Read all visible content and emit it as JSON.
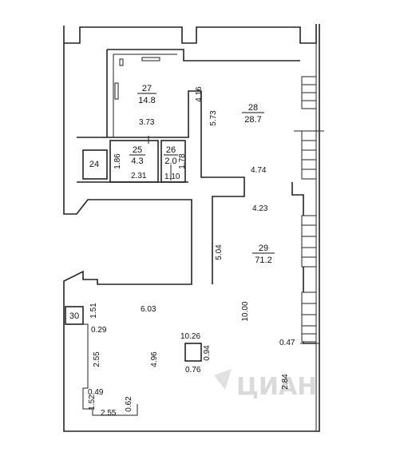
{
  "watermark": "ЦИАН",
  "rooms": [
    {
      "id": "27",
      "area": "14.8"
    },
    {
      "id": "28",
      "area": "28.7"
    },
    {
      "id": "25",
      "area": "4.3"
    },
    {
      "id": "26",
      "area": "2.0"
    },
    {
      "id": "24",
      "area": ""
    },
    {
      "id": "29",
      "area": "71.2"
    },
    {
      "id": "30",
      "area": ""
    }
  ],
  "dimensions": [
    "4.16",
    "3.73",
    "5.73",
    "1.86",
    "2.31",
    "1.78",
    "1.10",
    "4.74",
    "4.23",
    "5.04",
    "1.51",
    "6.03",
    "10.00",
    "0.29",
    "10.26",
    "0.94",
    "2.55",
    "4.96",
    "0.76",
    "0.47",
    "2.84",
    "0.49",
    "1.52",
    "0.62",
    "2.55"
  ]
}
